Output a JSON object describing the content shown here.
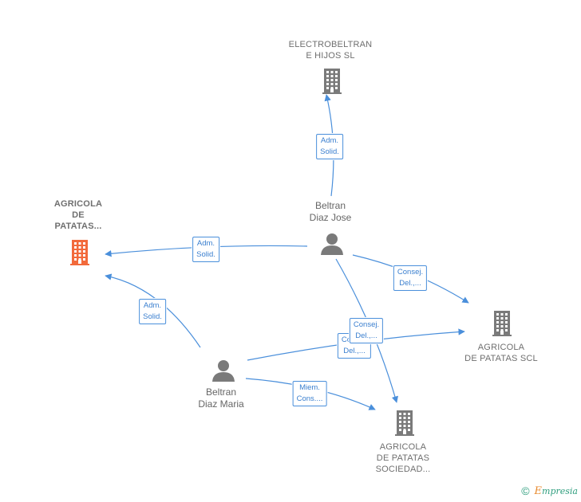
{
  "colors": {
    "edge": "#4a8fdb",
    "company_icon": "#7a7a7a",
    "focus_icon": "#f26a3b",
    "person_icon": "#7a7a7a",
    "label_text": "#6f6f6f"
  },
  "nodes": {
    "electrobeltran": {
      "type": "company",
      "lines": [
        "ELECTROBELTRAN",
        "E HIJOS  SL"
      ]
    },
    "agricola_focus": {
      "type": "company-focus",
      "lines": [
        "AGRICOLA",
        "DE",
        "PATATAS..."
      ]
    },
    "agricola_scl": {
      "type": "company",
      "lines": [
        "AGRICOLA",
        "DE PATATAS SCL"
      ]
    },
    "agricola_sociedad": {
      "type": "company",
      "lines": [
        "AGRICOLA",
        "DE PATATAS",
        "SOCIEDAD..."
      ]
    },
    "beltran_jose": {
      "type": "person",
      "lines": [
        "Beltran",
        "Diaz Jose"
      ]
    },
    "beltran_maria": {
      "type": "person",
      "lines": [
        "Beltran",
        "Diaz Maria"
      ]
    }
  },
  "edges": [
    {
      "from": "beltran_jose",
      "to": "electrobeltran",
      "lines": [
        "Adm.",
        "Solid."
      ]
    },
    {
      "from": "beltran_jose",
      "to": "agricola_focus",
      "lines": [
        "Adm.",
        "Solid."
      ]
    },
    {
      "from": "beltran_jose",
      "to": "agricola_scl",
      "lines": [
        "Consej.",
        "Del.,..."
      ]
    },
    {
      "from": "beltran_jose",
      "to": "agricola_sociedad",
      "lines": [
        "Consej.",
        "Del.,..."
      ]
    },
    {
      "from": "beltran_maria",
      "to": "agricola_focus",
      "lines": [
        "Adm.",
        "Solid."
      ]
    },
    {
      "from": "beltran_maria",
      "to": "agricola_scl",
      "lines": [
        "Consej.",
        "Del.,..."
      ]
    },
    {
      "from": "beltran_maria",
      "to": "agricola_sociedad",
      "lines": [
        "Miem.",
        "Cons...."
      ]
    }
  ],
  "footer": {
    "copyright_symbol": "©",
    "brand_first": "E",
    "brand_rest": "mpresia"
  }
}
